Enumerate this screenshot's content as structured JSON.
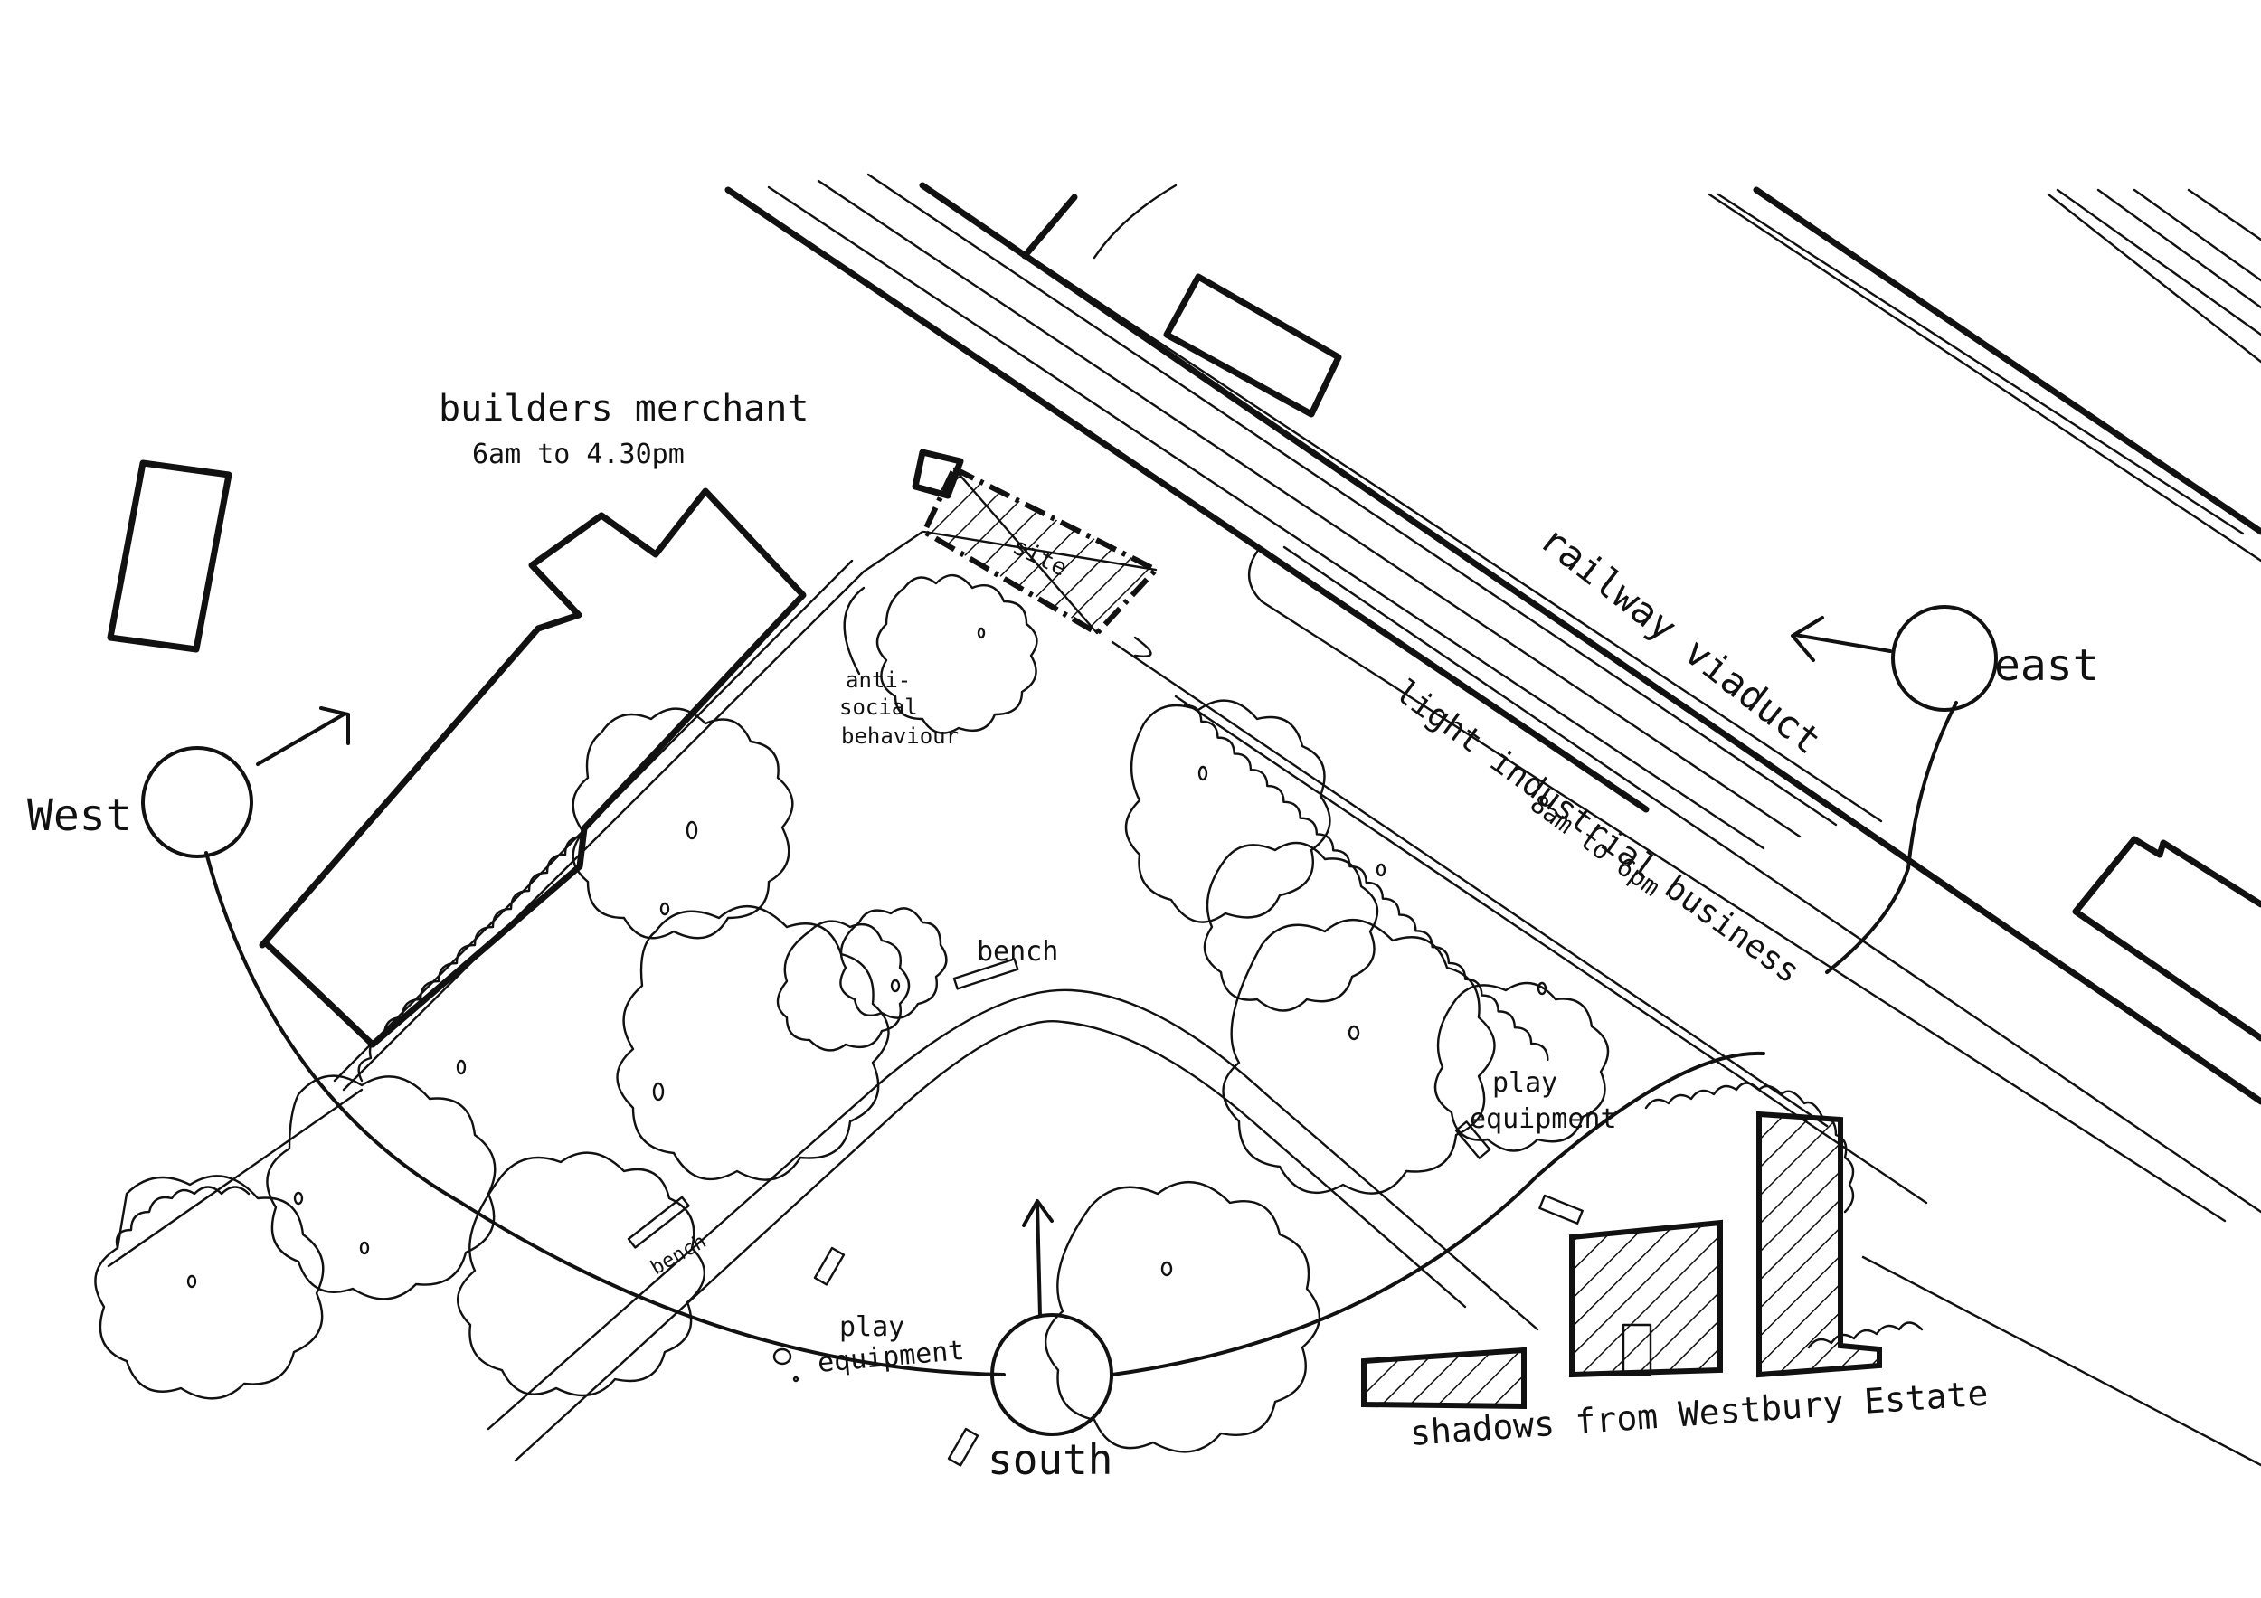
{
  "labels": {
    "builders_merchant": "builders merchant",
    "builders_hours": "6am to 4.30pm",
    "site": "site",
    "antisocial_1": "anti-",
    "antisocial_2": "social",
    "antisocial_3": "behaviour",
    "bench_top": "bench",
    "bench_bottom": "bench",
    "railway_viaduct": "railway viaduct",
    "light_industrial": "light industrial business",
    "light_industrial_hours": "8am to 6pm",
    "play_right_1": "play",
    "play_right_2": "equipment",
    "play_bottom_1": "play",
    "play_bottom_2": "equipment",
    "shadows": "shadows from Westbury Estate",
    "west": "West",
    "east": "east",
    "south": "south"
  },
  "colors": {
    "ink": "#111111",
    "paper": "#ffffff"
  }
}
